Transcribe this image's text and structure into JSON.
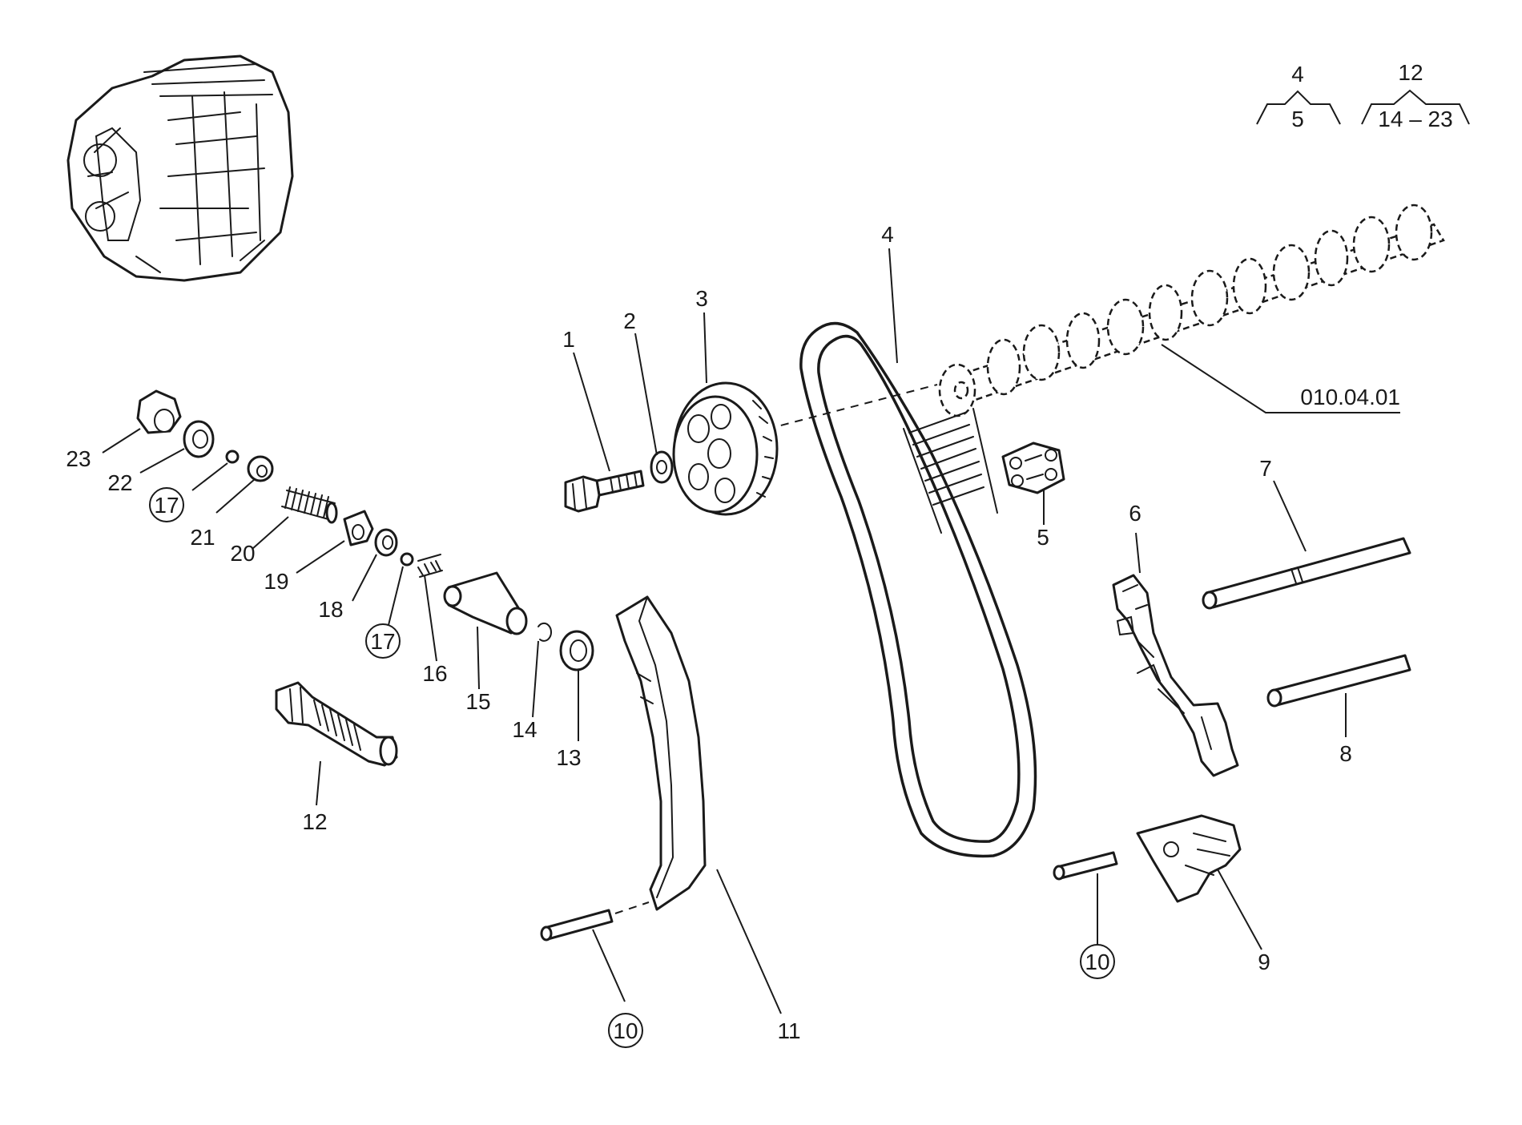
{
  "callouts": [
    {
      "id": "1",
      "label": "1"
    },
    {
      "id": "2",
      "label": "2"
    },
    {
      "id": "3",
      "label": "3"
    },
    {
      "id": "4",
      "label": "4"
    },
    {
      "id": "5",
      "label": "5"
    },
    {
      "id": "6",
      "label": "6"
    },
    {
      "id": "7",
      "label": "7"
    },
    {
      "id": "8",
      "label": "8"
    },
    {
      "id": "9",
      "label": "9"
    },
    {
      "id": "10a",
      "label": "10"
    },
    {
      "id": "10b",
      "label": "10"
    },
    {
      "id": "11",
      "label": "11"
    },
    {
      "id": "12",
      "label": "12"
    },
    {
      "id": "13",
      "label": "13"
    },
    {
      "id": "14",
      "label": "14"
    },
    {
      "id": "15",
      "label": "15"
    },
    {
      "id": "16",
      "label": "16"
    },
    {
      "id": "17a",
      "label": "17"
    },
    {
      "id": "17b",
      "label": "17"
    },
    {
      "id": "18",
      "label": "18"
    },
    {
      "id": "19",
      "label": "19"
    },
    {
      "id": "20",
      "label": "20"
    },
    {
      "id": "21",
      "label": "21"
    },
    {
      "id": "22",
      "label": "22"
    },
    {
      "id": "23",
      "label": "23"
    }
  ],
  "camshaft_reference": "010.04.01",
  "assembly_groups": [
    {
      "parent": "4",
      "children": "5"
    },
    {
      "parent": "12",
      "children": "14 – 23"
    }
  ]
}
